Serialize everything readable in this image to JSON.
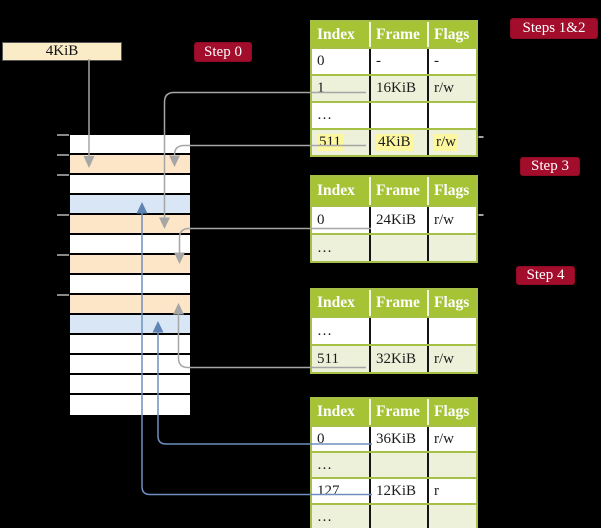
{
  "frame_label_box": {
    "label": "4KiB"
  },
  "step_badges": {
    "step0": "Step 0",
    "steps12": "Steps 1&2",
    "step3": "Step 3",
    "step4": "Step 4"
  },
  "page_tables": {
    "headers": [
      "Index",
      "Frame",
      "Flags"
    ],
    "table_steps12": {
      "rows": [
        [
          "0",
          "-",
          "-"
        ],
        [
          "1",
          "16KiB",
          "r/w"
        ],
        [
          "…",
          "",
          ""
        ],
        [
          "511",
          "4KiB",
          "r/w"
        ]
      ],
      "highlighted_row_index": 3
    },
    "table_step3": {
      "rows": [
        [
          "0",
          "24KiB",
          "r/w"
        ],
        [
          "…",
          "",
          ""
        ]
      ]
    },
    "table_step4": {
      "rows": [
        [
          "…",
          "",
          ""
        ],
        [
          "511",
          "32KiB",
          "r/w"
        ]
      ]
    },
    "table_final": {
      "rows": [
        [
          "0",
          "36KiB",
          "r/w"
        ],
        [
          "…",
          "",
          ""
        ],
        [
          "127",
          "12KiB",
          "r"
        ],
        [
          "…",
          "",
          ""
        ]
      ]
    }
  },
  "memory_stack": {
    "row_colors": [
      "white",
      "peach",
      "white",
      "blue",
      "peach",
      "white",
      "peach",
      "white",
      "peach",
      "blue",
      "white",
      "white",
      "white",
      "white"
    ],
    "tick_positions_y": [
      135,
      155,
      175,
      215,
      255,
      295
    ]
  },
  "connections": [
    {
      "from": "free-frame-box",
      "to": "frame-4KiB",
      "color": "gray"
    },
    {
      "from": "steps12-row-1-16KiB",
      "to": "frame-16KiB",
      "color": "gray"
    },
    {
      "from": "steps12-row-511-4KiB",
      "to": "frame-4KiB",
      "color": "gray"
    },
    {
      "from": "step3-row-0-24KiB",
      "to": "frame-24KiB",
      "color": "gray"
    },
    {
      "from": "step4-row-511-32KiB",
      "to": "frame-32KiB",
      "color": "gray"
    },
    {
      "from": "final-row-0-36KiB",
      "to": "frame-36KiB",
      "color": "blue"
    },
    {
      "from": "final-row-127-12KiB",
      "to": "frame-12KiB",
      "color": "blue"
    }
  ],
  "colors": {
    "background": "#000000",
    "badge_red": "#a30d2c",
    "table_header_green": "#a5c334",
    "table_border_olive": "#a6bf45",
    "row_tint_green": "#edf1da",
    "highlight_yellow": "#fdf7a0",
    "frame_peach": "#fde5c8",
    "frame_blue": "#d9e6f5",
    "box_cream": "#fbecc8",
    "connector_gray": "#a6a6a6",
    "connector_blue": "#6e8fbe"
  }
}
